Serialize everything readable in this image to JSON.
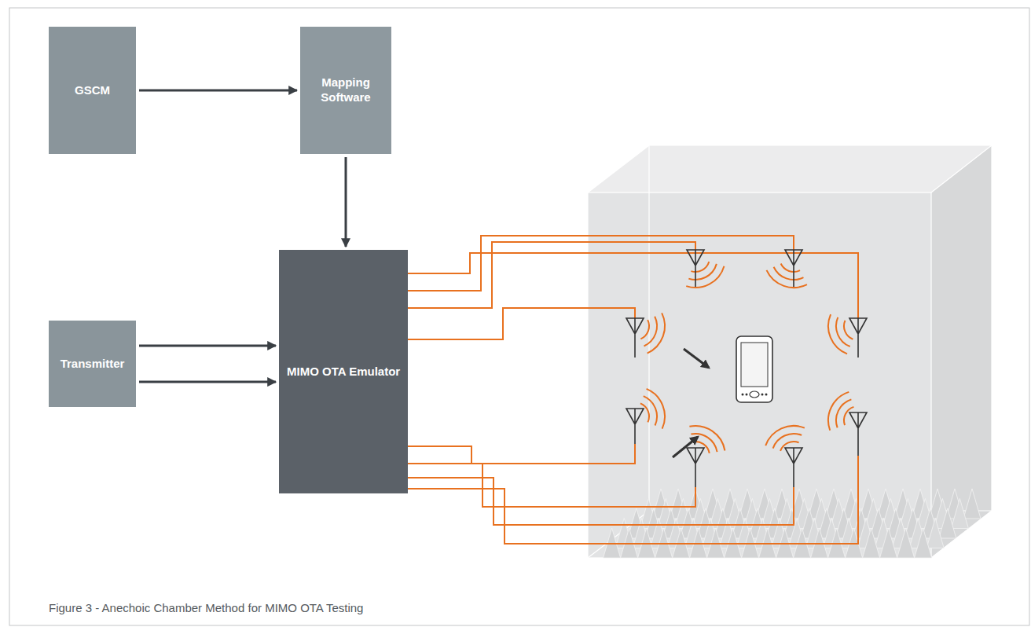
{
  "diagram": {
    "caption": "Figure 3 - Anechoic Chamber Method for MIMO OTA Testing",
    "nodes": [
      {
        "text": [
          "GSCM"
        ]
      },
      {
        "text": [
          "Mapping Software"
        ]
      },
      {
        "text": [
          "Transmitter"
        ]
      },
      {
        "text": [
          "MIMO OTA Emulator"
        ]
      }
    ],
    "edges": [
      {
        "from": 0,
        "to": 1,
        "arrow": "to"
      },
      {
        "from": 1,
        "to": 3,
        "arrow": "to"
      },
      {
        "from": 2,
        "to": 3,
        "arrow": "to"
      },
      {
        "from": 2,
        "to": 3,
        "arrow": "to"
      }
    ]
  }
}
